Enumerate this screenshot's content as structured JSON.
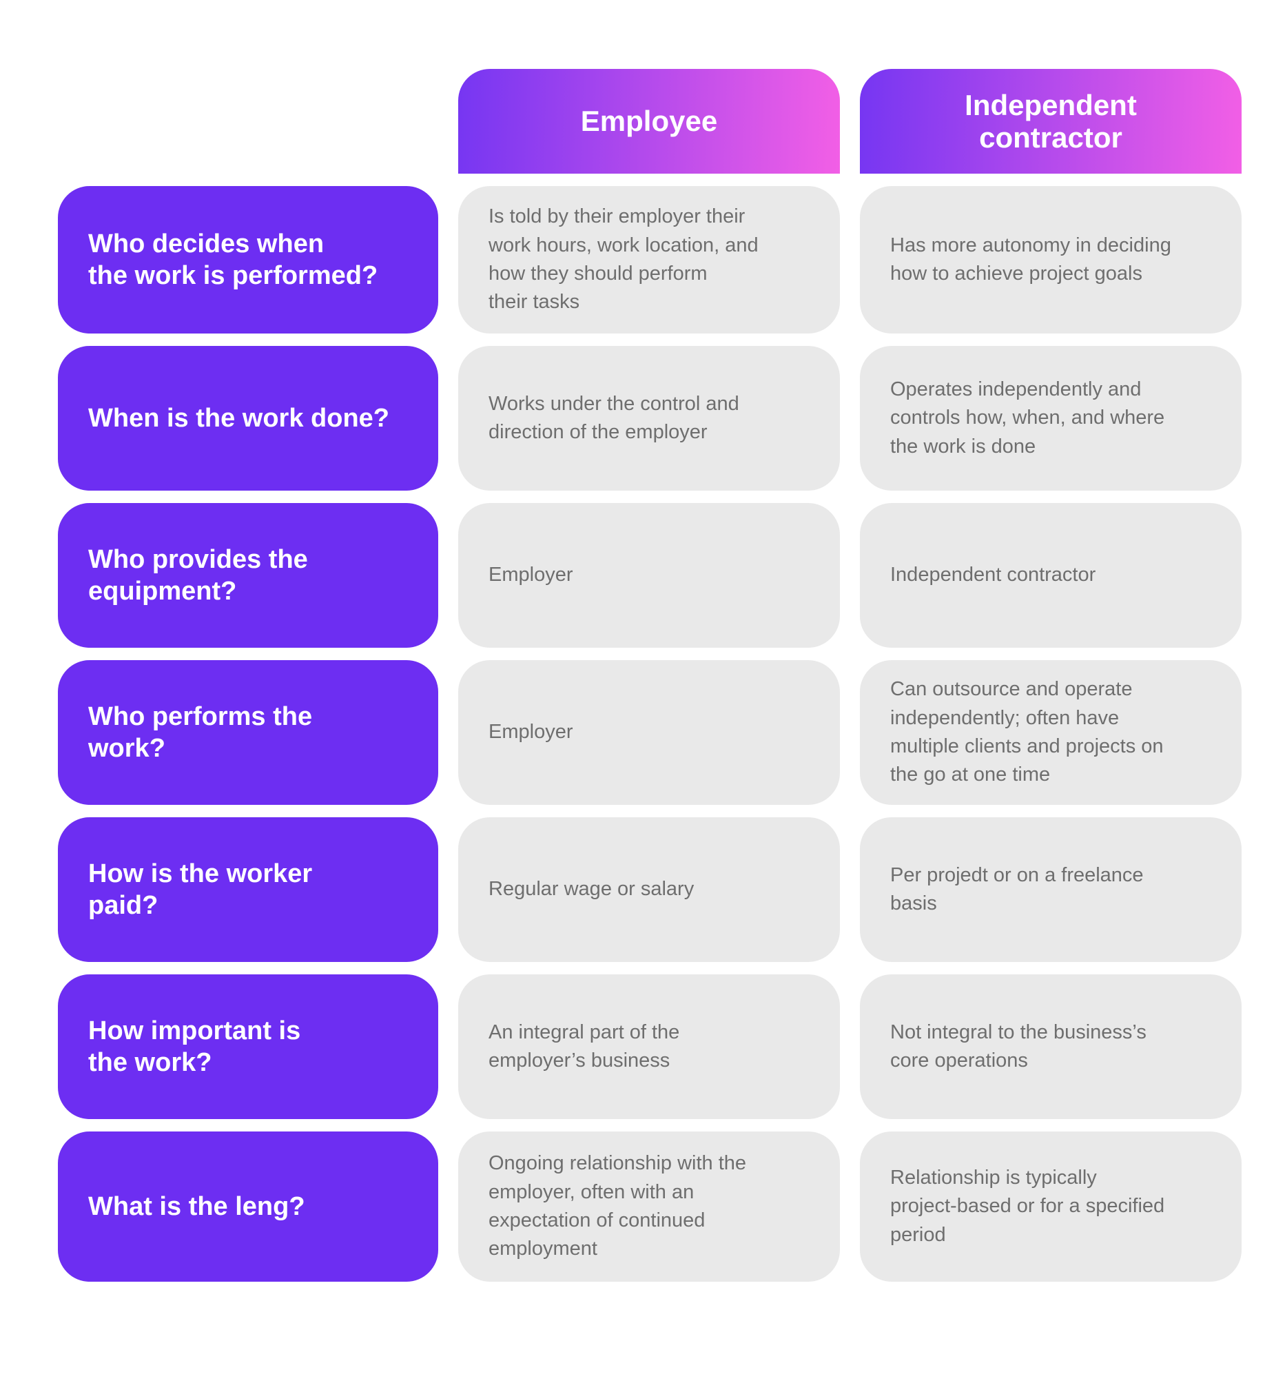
{
  "colors": {
    "question_box": "#6D2EF2",
    "header_gradient_start": "#7636F2",
    "header_gradient_end": "#F25FE6",
    "answer_box": "#E9E9E9",
    "answer_text": "#6E6E6E",
    "header_text": "#FFFFFF",
    "question_text": "#FFFFFF",
    "page_background": "#FFFFFF"
  },
  "chart_data": {
    "type": "table",
    "title": "",
    "column_headers": [
      {
        "label": "Employee"
      },
      {
        "label": "Independent\ncontractor"
      }
    ],
    "rows": [
      {
        "question": "Who decides when\nthe work is performed?",
        "employee": "Is told by their employer their\nwork hours, work location, and\nhow they should perform\ntheir tasks",
        "independent_contractor": "Has more autonomy in deciding\nhow to achieve project goals"
      },
      {
        "question": "When is the work done?",
        "employee": "Works under the control and\ndirection of the employer",
        "independent_contractor": "Operates independently and\ncontrols how, when, and where\nthe work is done"
      },
      {
        "question": "Who provides the\nequipment?",
        "employee": "Employer",
        "independent_contractor": "Independent contractor"
      },
      {
        "question": "Who performs the\nwork?",
        "employee": "Employer",
        "independent_contractor": "Can outsource and operate\nindependently; often have\nmultiple clients and projects on\nthe go at one time"
      },
      {
        "question": "How is the worker\npaid?",
        "employee": "Regular wage or salary",
        "independent_contractor": "Per projedt or on a freelance\nbasis"
      },
      {
        "question": "How important is\nthe work?",
        "employee": "An integral part of the\nemployer’s business",
        "independent_contractor": "Not integral to the business’s\ncore operations"
      },
      {
        "question": "What is the leng?",
        "employee": "Ongoing relationship with the\nemployer, often with an\nexpectation of continued\nemployment",
        "independent_contractor": "Relationship is typically\nproject-based or for a specified\nperiod"
      }
    ]
  }
}
